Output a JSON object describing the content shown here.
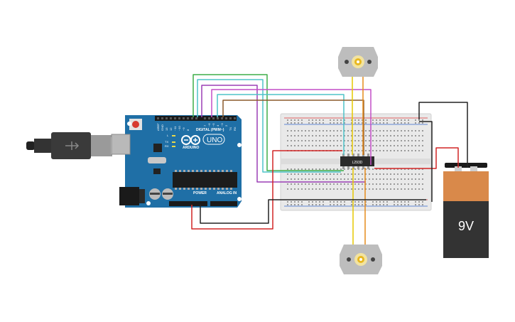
{
  "arduino": {
    "brand": "ARDUINO",
    "model": "UNO",
    "digital_label": "DIGITAL (PWM~)",
    "power_label": "POWER",
    "analog_label": "ANALOG IN",
    "aref": "AREF",
    "gnd": "GND",
    "pin13": "13",
    "pin12": "12",
    "pin11": "~11",
    "pin10": "~10",
    "pin9": "~9",
    "pin8": "8",
    "pin7": "7",
    "pin6": "~6",
    "pin5": "~5",
    "pin4": "4",
    "pin3": "~3",
    "pin2": "2",
    "tx": "TX",
    "rx": "RX",
    "led_l": "L",
    "tx_led": "TX",
    "rx_led": "RX"
  },
  "chip": {
    "label": "L293D"
  },
  "battery": {
    "label": "9V"
  },
  "colors": {
    "arduino_board": "#1f6fa6",
    "breadboard": "#e9e9e9",
    "chip": "#2b2b2b",
    "battery_top": "#d9894a",
    "battery_body": "#333333",
    "wire_green": "#3fae49",
    "wire_teal": "#4ec3c9",
    "wire_purple": "#9b3fb5",
    "wire_magenta": "#c44fc7",
    "wire_brown": "#8b5a2b",
    "wire_orange": "#e58a1a",
    "wire_yellow": "#e6c800",
    "wire_red": "#d22525",
    "wire_black": "#222222"
  }
}
